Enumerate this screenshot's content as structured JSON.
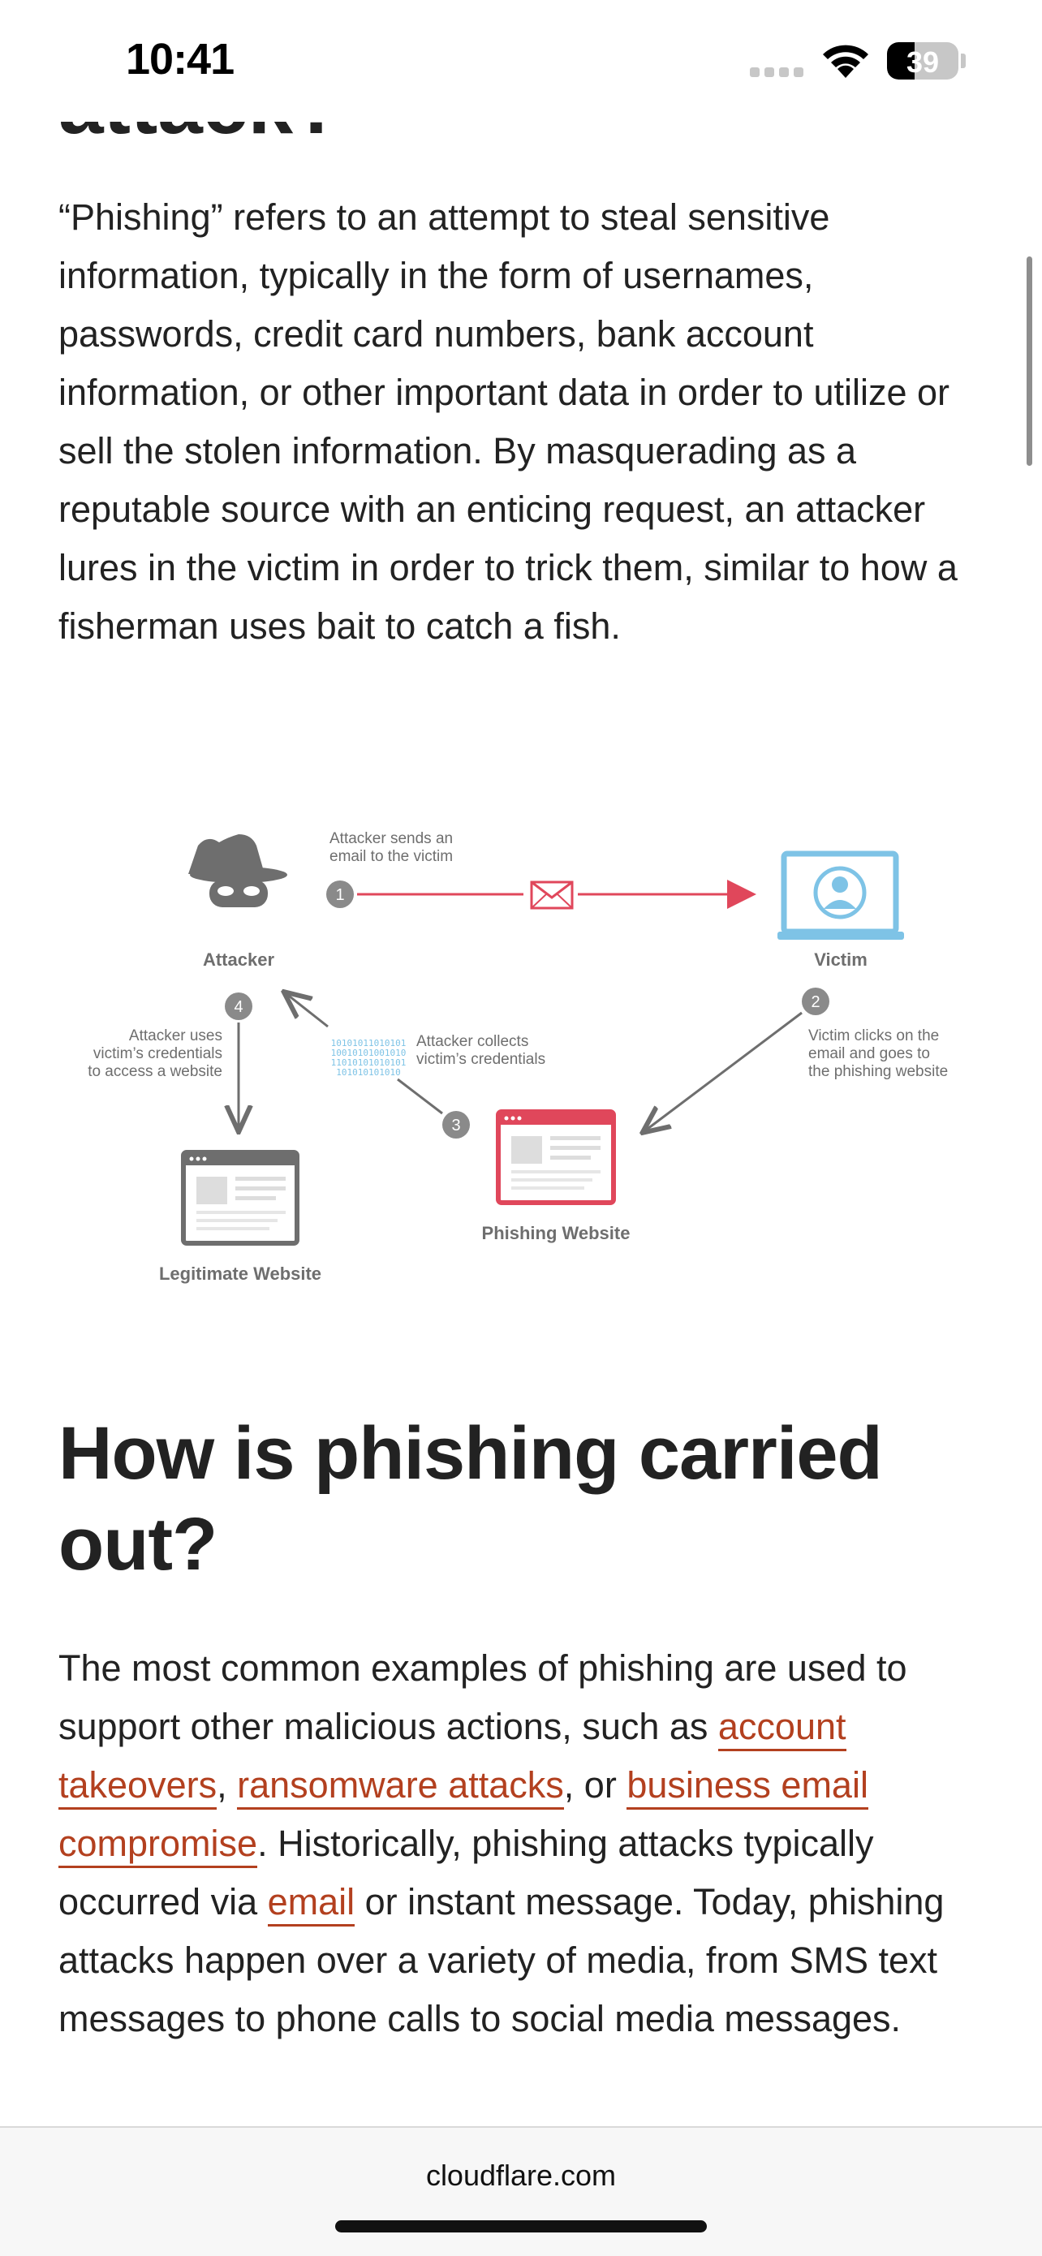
{
  "status_bar": {
    "time": "10:41",
    "battery": "39",
    "battery_level_percent": 39,
    "icons": [
      "cellular-signal-icon",
      "wifi-icon",
      "battery-icon"
    ]
  },
  "article": {
    "partial_heading": "attack?",
    "paragraph1": "“Phishing” refers to an attempt to steal sensitive information, typically in the form of usernames, passwords, credit card numbers, bank account information, or other important data in order to utilize or sell the stolen information. By masquerading as a reputable source with an enticing request, an attacker lures in the victim in order to trick them, similar to how a fisherman uses bait to catch a fish.",
    "heading2": "How is phishing carried out?",
    "paragraph2": {
      "t1": "The most common examples of phishing are used to support other malicious actions, such as ",
      "link_account_takeovers": "account takeovers",
      "t2": ", ",
      "link_ransomware": "ransomware attacks",
      "t3": ", or ",
      "link_bec": "business email compromise",
      "t4": ". Historically, phishing attacks typically occurred via ",
      "link_email": "email",
      "t5": " or instant message. Today, phishing attacks happen over a variety of media, from SMS text messages to phone calls to social media messages."
    },
    "link_color": "#b3401f"
  },
  "diagram": {
    "attacker_label": "Attacker",
    "victim_label": "Victim",
    "phishing_site_label": "Phishing Website",
    "legit_site_label": "Legitimate Website",
    "step1": {
      "num": "1",
      "line1": "Attacker sends an",
      "line2": "email to the victim"
    },
    "step2": {
      "num": "2",
      "line1": "Victim clicks on the",
      "line2": "email and goes to",
      "line3": "the phishing website"
    },
    "step3": {
      "num": "3",
      "line1": "Attacker collects",
      "line2": "victim’s credentials"
    },
    "step4": {
      "num": "4",
      "line1": "Attacker uses",
      "line2": "victim’s credentials",
      "line3": "to access a website"
    },
    "binary": [
      "10101011010101",
      "10010101001010",
      "11010101010101",
      "101010101010"
    ],
    "colors": {
      "red": "#e0475b",
      "blue": "#7ec3e6",
      "gray": "#6e6e6e"
    }
  },
  "browser": {
    "url": "cloudflare.com"
  }
}
